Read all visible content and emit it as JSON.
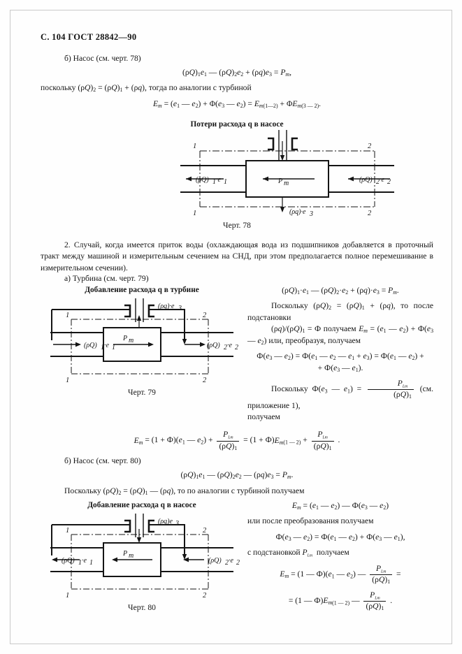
{
  "page": {
    "header": "С. 104 ГОСТ 28842—90",
    "page_number": "104",
    "standard": "ГОСТ 28842—90"
  },
  "section_b_pump": {
    "lead": "б)  Насос (см. черт. 78)",
    "equation_1": "(ρQ)₁e₁ — (ρQ)₂e₂ + (ρq)e₃ = Pm,",
    "because_line": "поскольку (ρQ)₂ = (ρQ)₁ + (ρq), тогда по аналогии с турбиной",
    "equation_2": "Em = (e₁ — e₂) + Φ(e₃ — e₂) = Em(1—2) + ΦEm(3 — 2).",
    "figure_title": "Потери расхода q в насосе",
    "figure_caption": "Черт. 78"
  },
  "section_2": {
    "paragraph": "2.  Случай, когда имеется приток воды (охлаждающая вода из подшипников добавляется в проточный тракт между машиной и измерительным сечением на СНД, при этом предполагается полное перемешивание в измерительном сечении).",
    "sub_a": "а)  Турбина (см. черт. 79)",
    "turbine_figure_title": "Добавление расхода q в турбине",
    "turbine_figure_caption": "Черт. 79",
    "eq_turb_1": "(ρQ)₁·e₁ — (ρQ)₂·e₂ + (ρq)·e₃ = Pm.",
    "txt_1": "Поскольку (ρQ)₂ = (ρQ)₁ + (ρq), то после подста-",
    "txt_1b": "новки",
    "txt_2": "(ρq)/(ρQ)₁ = Ф получаем Em = (e₁ — e₂) + Ф(e₃ —",
    "txt_2b": "— e₂) или, преобразуя, получаем",
    "eq_turb_2a": "Ф(e₃ — e₂) = Ф(e₁ — e₂ — e₁ + e₃) = Ф(e₁ — e₂) +",
    "eq_turb_2b": "+ Ф(e₃ — e₁).",
    "txt_3_pre": "Поскольку Ф(e₃ — e₁) =",
    "txt_3_num": "PLm",
    "txt_3_den": "(ρQ)₁",
    "txt_3_post": "(см. приложение 1),",
    "txt_4": "получаем",
    "eq_turb_3": "Em = (1 + Ф)(e₁ — e₂) + PLm/(ρQ)₁ = (1 + Ф)Em(1 — 2) + PLm/(ρQ)₁ ."
  },
  "section_b2_pump": {
    "lead": "б)  Насос (см. черт. 80)",
    "equation_1": "(ρQ)₁e₁ — (ρQ)₂e₂ — (ρq)e₃ = Pm.",
    "because_line": "Поскольку (ρQ)₂ = (ρQ)₁ — (ρq), то по аналогии с турбиной получаем",
    "figure_title": "Добавление расхода q в насосе",
    "figure_caption": "Черт. 80",
    "eq_1": "Em = (e₁ — e₂) — Ф(e₃ — e₂)",
    "txt_1": "или после преобразования получаем",
    "eq_2": "Ф(e₃ — e₂) = Ф(e₁ — e₂) + Ф(e₃ — e₁),",
    "txt_2_pre": "с подстановкой",
    "txt_2_sym": "PLm",
    "txt_2_post": "получаем",
    "eq_3a": "Em = (1 — Ф)(e₁ — e₂) — PLm/(ρQ)₁ =",
    "eq_3b": "= (1 — Ф)Em(1 — 2) — PLm/(ρQ)₁ ."
  },
  "figure_78": {
    "name": "Потери расхода q в насосе",
    "caption": "Черт. 78",
    "box_label": "Pm",
    "inlet_label": "(ρQ)₁·e₁",
    "outlet_label": "(ρQ)₂·e₂",
    "leak_label": "(ρq)·e₃",
    "section_marks": [
      "1",
      "2",
      "1",
      "2"
    ],
    "flow_direction": "leftward",
    "leak_direction": "down-out"
  },
  "figure_79": {
    "name": "Добавление расхода q в турбине",
    "caption": "Черт. 79",
    "box_label": "Pm",
    "inlet_label": "(ρQ)₁·e₁",
    "outlet_label": "(ρQ)₂·e₂",
    "add_label": "(ρq)·e₃",
    "section_marks": [
      "1",
      "2",
      "1",
      "2"
    ],
    "flow_direction": "rightward",
    "leak_direction": "up-in"
  },
  "figure_80": {
    "name": "Добавление расхода q в насосе",
    "caption": "Черт. 80",
    "box_label": "Pm",
    "inlet_label": "(ρQ)₁·e₁",
    "outlet_label": "(ρQ)₂·e₂",
    "add_label": "(ρq)e₃",
    "section_marks": [
      "1",
      "2",
      "1",
      "2"
    ],
    "flow_direction": "leftward",
    "leak_direction": "down-in"
  },
  "colors": {
    "ink": "#141414",
    "paper": "#fefefe",
    "frame": "#c9c9c9"
  }
}
